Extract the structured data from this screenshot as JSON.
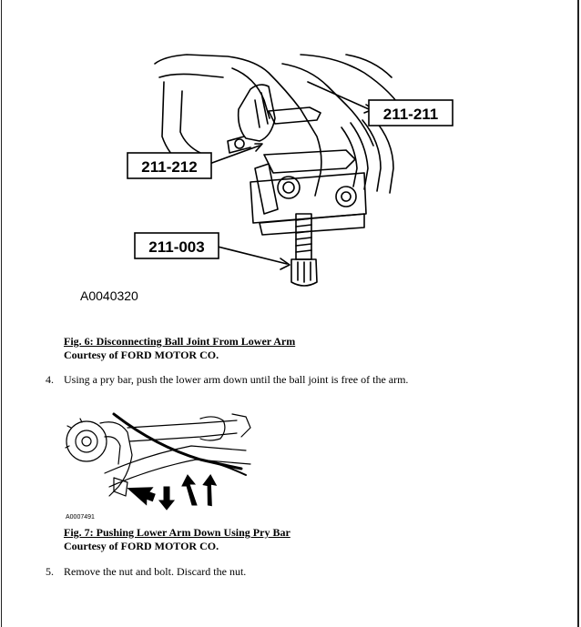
{
  "figure6": {
    "callouts": [
      "211-211",
      "211-212",
      "211-003"
    ],
    "image_code": "A0040320",
    "caption_title": "Fig. 6: Disconnecting Ball Joint From Lower Arm",
    "caption_credit": "Courtesy of FORD MOTOR CO."
  },
  "step4": {
    "number": "4.",
    "text": "Using a pry bar, push the lower arm down until the ball joint is free of the arm."
  },
  "figure7": {
    "image_code": "A0007491",
    "caption_title": "Fig. 7: Pushing Lower Arm Down Using Pry Bar",
    "caption_credit": "Courtesy of FORD MOTOR CO."
  },
  "step5": {
    "number": "5.",
    "text": "Remove the nut and bolt. Discard the nut."
  }
}
